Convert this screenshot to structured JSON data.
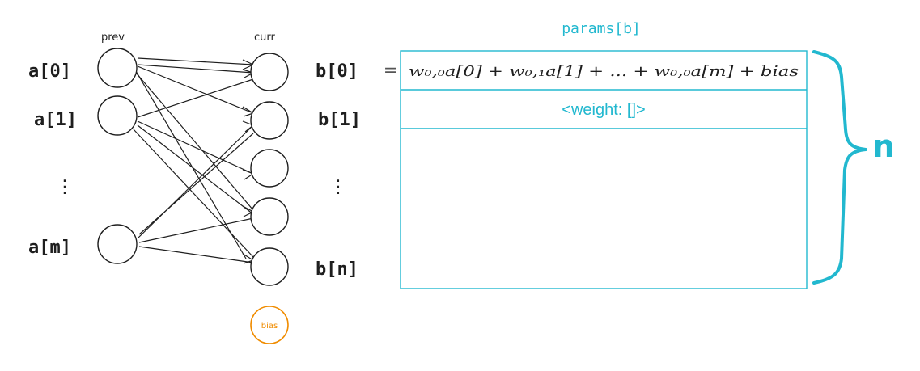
{
  "layers": {
    "prev_title": "prev",
    "curr_title": "curr"
  },
  "inputs": [
    {
      "label": "a[0]"
    },
    {
      "label": "a[1]"
    },
    {
      "label": "a[m]"
    }
  ],
  "outputs": [
    {
      "label": "b[0]"
    },
    {
      "label": "b[1]"
    },
    {
      "label": "b[n]"
    }
  ],
  "ellipsis": "⋮",
  "bias": {
    "label": "bias",
    "color": "#f08c00"
  },
  "params": {
    "title": "params[b]",
    "equals": "=",
    "formula": "w₀,₀a[0] + w₀,₁a[1] + ... + w₀,₀a[m] + bias",
    "weight_row": "<weight: []>",
    "brace_label": "n",
    "color": "#22b8cf"
  }
}
